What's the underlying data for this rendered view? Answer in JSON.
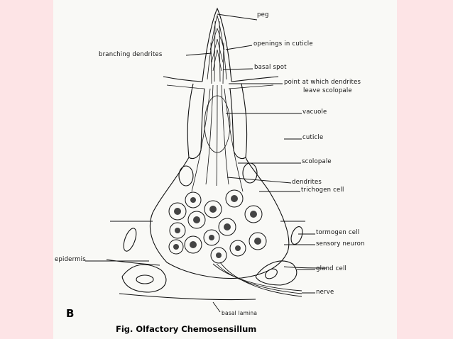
{
  "figure": {
    "panel_letter": "B",
    "caption": "Fig. Olfactory Chemosensillum",
    "labels": {
      "peg": "peg",
      "openings": "openings in cuticle",
      "branching": "branching dendrites",
      "basal_spot": "basal spot",
      "point1": "point at which dendrites",
      "point2": "leave scolopale",
      "vacuole": "vacuole",
      "cuticle": "cuticle",
      "scolopale": "scolopale",
      "dendrites": "dendrites",
      "trichogen": "trichogen cell",
      "tormogen": "tormogen cell",
      "sensory": "sensory neuron",
      "epidermis": "epidermis",
      "gland": "gland cell",
      "nerve": "nerve",
      "basal_lamina": "basal lamina"
    }
  },
  "colors": {
    "background": "#fde4e6",
    "paper": "#f9f9f6",
    "ink": "#111111"
  }
}
